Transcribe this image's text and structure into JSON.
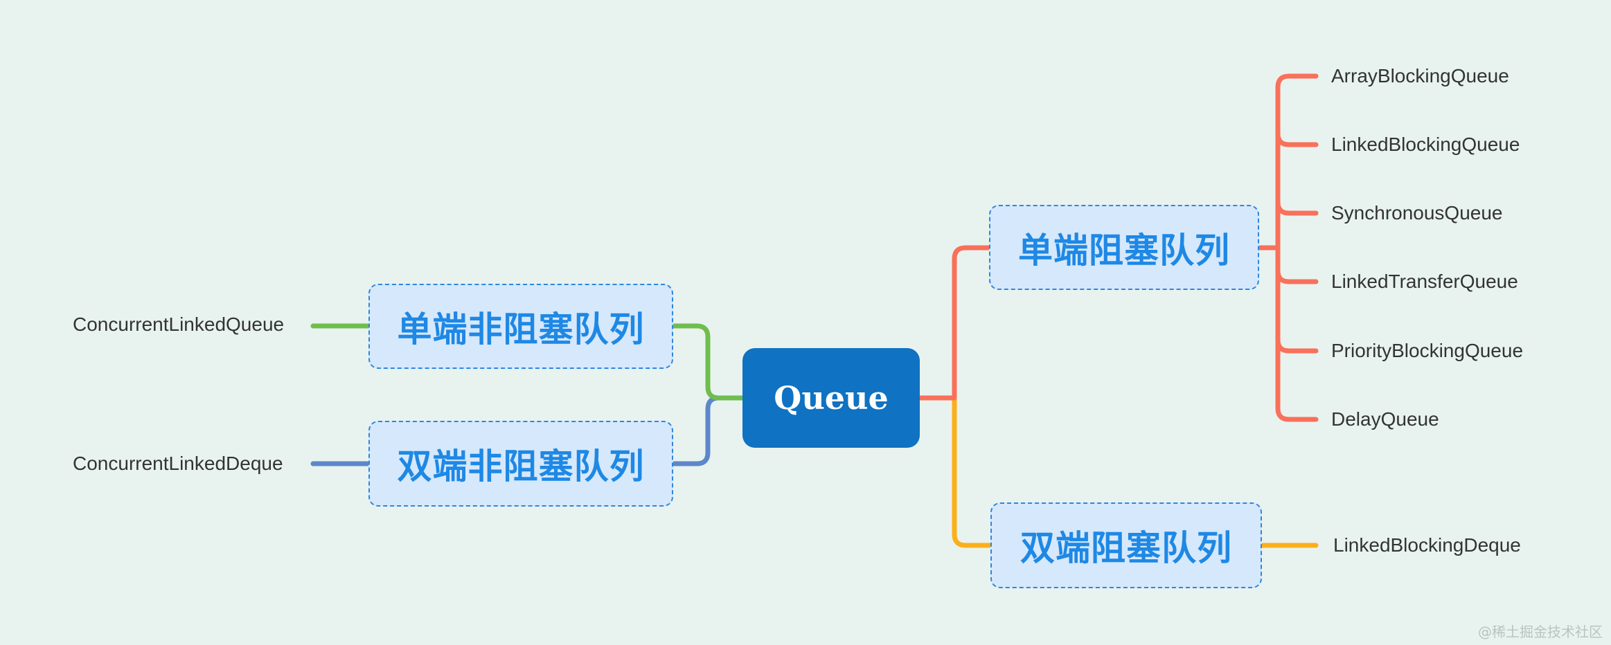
{
  "root": {
    "label": "Queue"
  },
  "left_branches": [
    {
      "label": "单端非阻塞队列",
      "child": "ConcurrentLinkedQueue"
    },
    {
      "label": "双端非阻塞队列",
      "child": "ConcurrentLinkedDeque"
    }
  ],
  "right_branches": [
    {
      "label": "单端阻塞队列",
      "children": [
        "ArrayBlockingQueue",
        "LinkedBlockingQueue",
        "SynchronousQueue",
        "LinkedTransferQueue",
        "PriorityBlockingQueue",
        "DelayQueue"
      ]
    },
    {
      "label": "双端阻塞队列",
      "children": [
        "LinkedBlockingDeque"
      ]
    }
  ],
  "watermark": "@稀土掘金技术社区",
  "colors": {
    "background": "#e8f3ef",
    "root_fill": "#0f72c2",
    "root_text": "#ffffff",
    "branch_fill": "#d6e8fb",
    "branch_border": "#2e86de",
    "branch_text": "#1e88e5",
    "connector_red": "#f9705b",
    "connector_yellow": "#fbb01b",
    "connector_green": "#6fbe4d",
    "connector_blue": "#5d87cb",
    "leaf_text": "#333333",
    "watermark_text": "#b7c4bf"
  }
}
